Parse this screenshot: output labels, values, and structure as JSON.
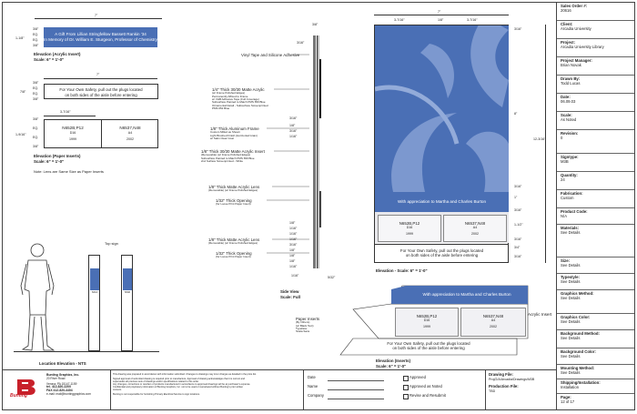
{
  "plaque_top": {
    "dim_width": "7\"",
    "dims_left": [
      "1-1/8\"",
      "3/8\"",
      "EQ.",
      "EQ.",
      "3/8\""
    ],
    "text": [
      "A Gift From Lillian Stringfellow Bassett Rankin '34",
      "In Memory of Dr. William E. Sturgeon, Professor of Chemistry"
    ],
    "caption": [
      "Elevation (Acrylic Insert)",
      "Scale: 6\" = 1'-0\""
    ]
  },
  "plaque_safety": {
    "dim_width": "7\"",
    "dims_left": [
      "7/8\"",
      "3/8\"",
      "EQ.",
      "EQ.",
      "3/8\""
    ],
    "text": [
      "For Your Own Safety, pull out the plugs located",
      "on both sides of the aisle before entering"
    ]
  },
  "plaque_paper": {
    "dim_top": "3-7/16\"",
    "dims_left": [
      "1-9/16\"",
      "3/8\"",
      "EQ.",
      "EQ.",
      "3/8\""
    ],
    "cell1": [
      "N652B,P12",
      "D16",
      "1999"
    ],
    "cell2": [
      "N6537,N48",
      "A4",
      "2002"
    ],
    "caption": [
      "Elevation (Paper Inserts)",
      "Scale: 6\" = 1'-0\""
    ],
    "note": "Note:  Lens are Same Size as Paper Inserts"
  },
  "side_view": {
    "dims_top": [
      "3/8\"",
      "3/16\""
    ],
    "dims_right": [
      "3/16\"",
      "1/8\"",
      "3/16\"",
      "1/16\"",
      "1/8\"",
      "1/16\"",
      "1/16\"",
      "1/16\"",
      "3/16\"",
      "1/8\"",
      "1/8\"",
      "1/8\"",
      "1/16\""
    ],
    "dim_bottom": "5/32\"",
    "dim_foot": "1/16\"",
    "callouts": [
      [
        "Vinyl Tape and Silicone Adhesive"
      ],
      [
        "1/4\" Thick 30/30 Matte Acrylic",
        "(w/ Frame Polished Edges)",
        "Permanently Affixed to Frame",
        "w/ VHB Adhesive Tape (Full Coverage)",
        "Subsurface Painted to Match PMS 650 Blue",
        "Ornamental Detail - Subsurface Screenprinted",
        "PMS 652 Blue"
      ],
      [
        "1/8\" Thick Aluminum Frame",
        "Custom Milled as Shown",
        "Light Brushed Finish (Horizontal Grain)",
        "w/ Satin Clear Coat"
      ],
      [
        "1/8\" Thick 30/30 Matte Acrylic Insert",
        "(Removable) (w/ Frame Polished Edges)",
        "Subsurface Painted to Match PMS 650 Blue",
        "2nd Surface Screenprinted - White"
      ],
      [
        "1/8\" Thick Matte Acrylic Lens",
        "(Removable) (w/ Frame Polished Edges)"
      ],
      [
        "1/32\" Thick Opening",
        "(for Loose Print Paper Insert)"
      ],
      [
        "1/8\" Thick Matte Acrylic Lens",
        "(Removable) (w/ Frame Polished Edges)"
      ],
      [
        "1/32\" Thick Opening",
        "(for Loose Print Paper Insert)"
      ]
    ],
    "caption": [
      "Side View",
      "Scale: Full"
    ]
  },
  "elevation_main": {
    "dim_width": "7\"",
    "dims_top": [
      "3-7/16\"",
      "1/8\"",
      "3-7/16\""
    ],
    "dims_right": [
      "3/16\"",
      "8\"",
      "3/16\"",
      "1\"",
      "3/16\"",
      "1-1/2\"",
      "3/16\"",
      "3/4\"",
      "3/16\""
    ],
    "dim_overall": "12-3/16\"",
    "band": "With appreciation to Martha and Charles Burton",
    "cell1": [
      "N652B,P12",
      "D16",
      "1999"
    ],
    "cell2": [
      "N6537,N48",
      "A4",
      "2002"
    ],
    "safety": [
      "For Your Own Safety, pull out the plugs located",
      "on both sides of the aisle before entering"
    ],
    "caption": [
      "Elevation - Scale: 6\" = 1'-0\""
    ]
  },
  "elevation_inserts": {
    "band": "With appreciation to Martha and Charles Burton",
    "cell1": [
      "N652B,P12",
      "D16",
      "1999"
    ],
    "cell2": [
      "N6537,N48",
      "A4",
      "2002"
    ],
    "safety": [
      "For Your Own Safety, pull out the plugs located",
      "on both sides of the aisle before entering"
    ],
    "label_acrylic": "Acrylic Insert",
    "label_paper": [
      "Paper Inserts",
      "(By Others)",
      "(w/ Black Text)",
      "Typeface:",
      "Scala Sans"
    ],
    "caption": [
      "Elevation (Inserts)",
      "Scale: 6\" = 1'-0\""
    ]
  },
  "location": {
    "top_sign": "Top sign",
    "label_a": "NOA",
    "label_b": "NSD",
    "caption": "Location Elevation - NTS"
  },
  "title_block": [
    {
      "label": "Sales Order #:",
      "value": "20616"
    },
    {
      "label": "Client:",
      "value": "Arcadia University"
    },
    {
      "label": "Project:",
      "value": "Arcadia University Library"
    },
    {
      "label": "Project Manager:",
      "value": "Brian Novak"
    },
    {
      "label": "Drawn By:",
      "value": "Todd Lucas"
    },
    {
      "label": "Date:",
      "value": "06.09.03"
    },
    {
      "label": "Scale:",
      "value": "As Noted"
    },
    {
      "label": "Revision:",
      "value": "0"
    },
    {
      "label": "Signtype:",
      "value": "M3B"
    },
    {
      "label": "Quantity:",
      "value": "24"
    },
    {
      "label": "Fabrication:",
      "value": "Custom"
    },
    {
      "label": "Product Code:",
      "value": "N/A"
    },
    {
      "label": "Materials:",
      "value": "See Details"
    },
    {
      "label": "Size:",
      "value": "See Details"
    },
    {
      "label": "Typestyle:",
      "value": "See Details"
    },
    {
      "label": "Graphics Method:",
      "value": "See Details"
    },
    {
      "label": "Graphics Color:",
      "value": "See Details"
    },
    {
      "label": "Background Method:",
      "value": "See Details"
    },
    {
      "label": "Background Color:",
      "value": "See Details"
    },
    {
      "label": "Mounting Method:",
      "value": "See Details"
    },
    {
      "label": "Shipping/Installation:",
      "value": "Installation"
    },
    {
      "label": "Page:",
      "value": "12 of 17"
    }
  ],
  "footer": {
    "company": [
      "Bunting Graphics, Inc.",
      "20 River Road",
      "Verona, PA  15147-1159",
      "tel. 412-820-2200",
      "FAX 412-820-4404",
      "e-mail: mail@buntinggraphics.com"
    ],
    "logo": "Bunting",
    "disclaimer": [
      "This drawing was prepared in accordance with information submitted. Changes to drawings may incur charges as detailed in the price list.",
      "Signed approval of submitted drawing is required prior to manufacture. Approval of drawing acknowledges that it is correct and",
      "supersedes all previous sets of drawings and/or specifications related to this order.",
      "Any changes, corrections or reorders of products manufactured in accordance to approved drawings will be at purchaser's expense.",
      "Confidential and proprietary information of Bunting Graphics, Inc. not to be used or reproduced without Bunting's prior written",
      "consent.",
      "Bunting is not responsible for furnishing Primary Electrical Service to sign locations."
    ],
    "approval_fields": [
      "Date",
      "Name",
      "Company"
    ],
    "checks": [
      "Approved",
      "Approved as Noted",
      "Revise and Resubmit"
    ],
    "drawing_file_label": "Drawing File:",
    "drawing_file_value": "Proj/2/A/Arcadia/Drawings/M3B",
    "production_file_label": "Production File:",
    "production_file_value": "TBD"
  }
}
